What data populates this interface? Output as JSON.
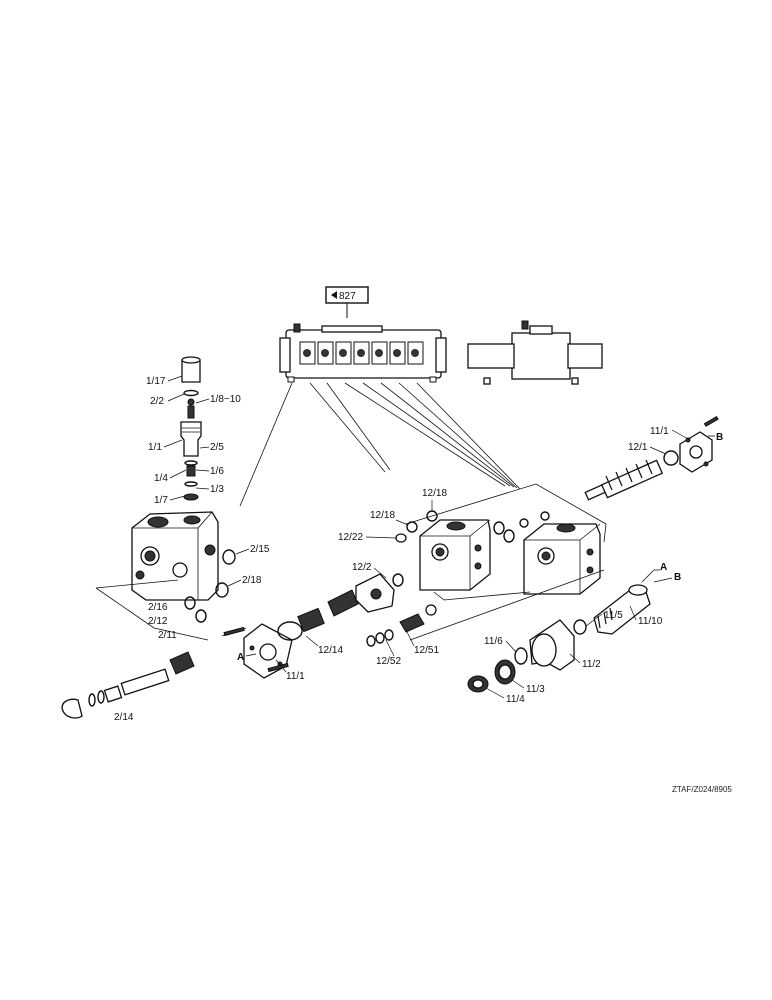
{
  "page_reference": "827",
  "drawing_code": "ZTAF/Z024/8905",
  "labels": {
    "l_1_17": "1/17",
    "l_2_2": "2/2",
    "l_1_8_10": "1/8−10",
    "l_1_1": "1/1",
    "l_2_5": "2/5",
    "l_1_4": "1/4",
    "l_1_6": "1/6",
    "l_1_7": "1/7",
    "l_1_3": "1/3",
    "l_2_15": "2/15",
    "l_2_18": "2/18",
    "l_2_16": "2/16",
    "l_2_12": "2/12",
    "l_2_11": "2/11",
    "l_2_14": "2/14",
    "l_11_1_left": "11/1",
    "l_12_14": "12/14",
    "l_12_2": "12/2",
    "l_12_18_a": "12/18",
    "l_12_18_b": "12/18",
    "l_12_22": "12/22",
    "l_12_52": "12/52",
    "l_12_51": "12/51",
    "l_11_1_right": "11/1",
    "l_12_1": "12/1",
    "l_11_10": "11/10",
    "l_11_5": "11/5",
    "l_11_6": "11/6",
    "l_11_2": "11/2",
    "l_11_3": "11/3",
    "l_11_4": "11/4"
  },
  "refs": {
    "a_left": "A",
    "b_top": "B",
    "a_right": "A",
    "b_right": "B"
  }
}
